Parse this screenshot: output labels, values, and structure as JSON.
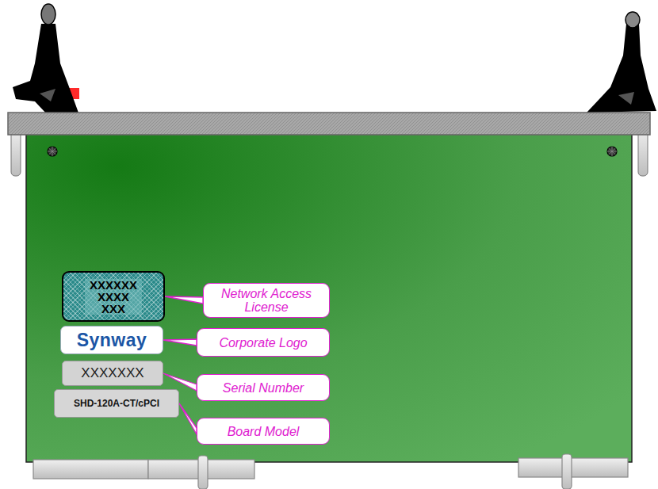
{
  "diagram": {
    "nodes": [
      {
        "text": [
          "XXXXXX XXXX XXX"
        ]
      },
      {
        "text": [
          "Network Access License"
        ]
      },
      {
        "text": [
          "Synway"
        ]
      },
      {
        "text": [
          "Corporate Logo"
        ]
      },
      {
        "text": [
          "XXXXXXX"
        ]
      },
      {
        "text": [
          "Serial Number"
        ]
      },
      {
        "text": [
          "SHD-120A-CT/cPCI"
        ]
      },
      {
        "text": [
          "Board Model"
        ]
      }
    ],
    "edges": [
      {
        "from": 1,
        "to": 0,
        "arrow": "none"
      },
      {
        "from": 3,
        "to": 2,
        "arrow": "none"
      },
      {
        "from": 5,
        "to": 4,
        "arrow": "none"
      },
      {
        "from": 7,
        "to": 6,
        "arrow": "none"
      }
    ]
  }
}
